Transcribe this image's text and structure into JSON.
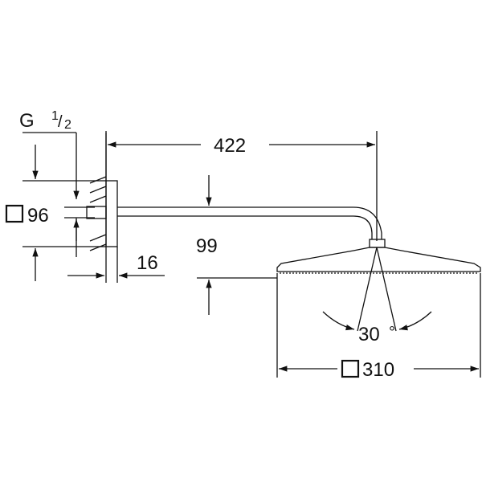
{
  "diagram": {
    "type": "technical-dimension-drawing",
    "subject": "wall-mounted square rain shower head with arm",
    "labels": {
      "thread_G": "G",
      "thread_fraction_num": "1",
      "thread_fraction_den": "2",
      "flange_size": "96",
      "arm_length": "422",
      "flange_thickness": "16",
      "drop_height": "99",
      "tilt_angle": "30",
      "tilt_unit": "°",
      "head_size": "310"
    },
    "symbols": {
      "square": "square-symbol"
    },
    "colors": {
      "line": "#111111",
      "background": "#ffffff"
    }
  }
}
